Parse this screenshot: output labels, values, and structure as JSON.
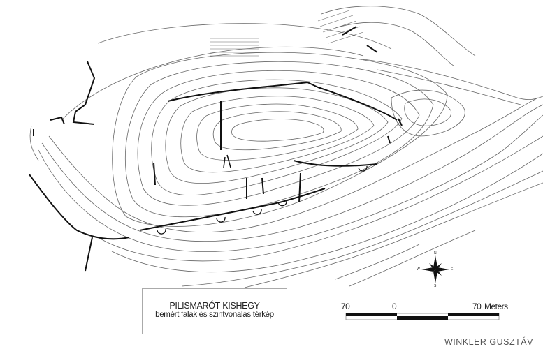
{
  "map": {
    "title": "PILISMARÓT-KISHEGY",
    "subtitle": "bemért falak és szintvonalas térkép",
    "author": "WINKLER  GUSZTÁV",
    "scale_bar": {
      "left_label": "70",
      "center_label": "0",
      "right_label": "70",
      "unit": "Meters"
    },
    "compass": {
      "n": "N",
      "s": "S",
      "e": "E",
      "w": "W"
    },
    "colors": {
      "contour": "#555555",
      "wall": "#111111"
    }
  }
}
